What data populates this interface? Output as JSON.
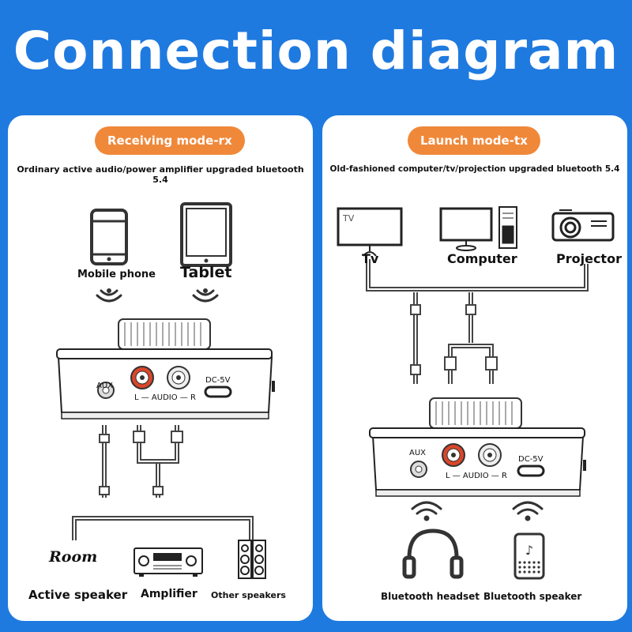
{
  "title": "Connection diagram",
  "left": {
    "mode": "Receiving mode-rx",
    "subtitle": "Ordinary active audio/power amplifier upgraded bluetooth 5.4",
    "sources": {
      "phone": "Mobile phone",
      "tablet": "Tablet"
    },
    "device": {
      "aux": "AUX",
      "audio": "L — AUDIO — R",
      "dc": "DC-5V"
    },
    "outputs": {
      "room": "Room",
      "active": "Active speaker",
      "amp": "Amplifier",
      "other": "Other speakers"
    }
  },
  "right": {
    "mode": "Launch mode-tx",
    "subtitle": "Old-fashioned computer/tv/projection upgraded bluetooth 5.4",
    "sources": {
      "tv_screen": "TV",
      "tv": "Tv",
      "computer": "Computer",
      "projector": "Projector"
    },
    "device": {
      "aux": "AUX",
      "audio": "L — AUDIO — R",
      "dc": "DC-5V"
    },
    "outputs": {
      "headset": "Bluetooth headset",
      "speaker": "Bluetooth speaker"
    }
  },
  "colors": {
    "background": "#1f7ae0",
    "accent": "#f0883a",
    "rca_red": "#d9462a"
  }
}
